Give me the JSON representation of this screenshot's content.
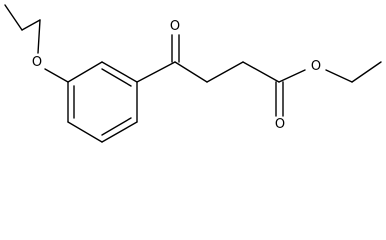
{
  "atom_labels": {
    "ether_oxygen": "O",
    "ketone_oxygen": "O",
    "ester_oxygen": "O",
    "carbonyl_oxygen": "O"
  },
  "colors": {
    "bond": "#000000",
    "label": "#000000",
    "background": "#ffffff"
  }
}
